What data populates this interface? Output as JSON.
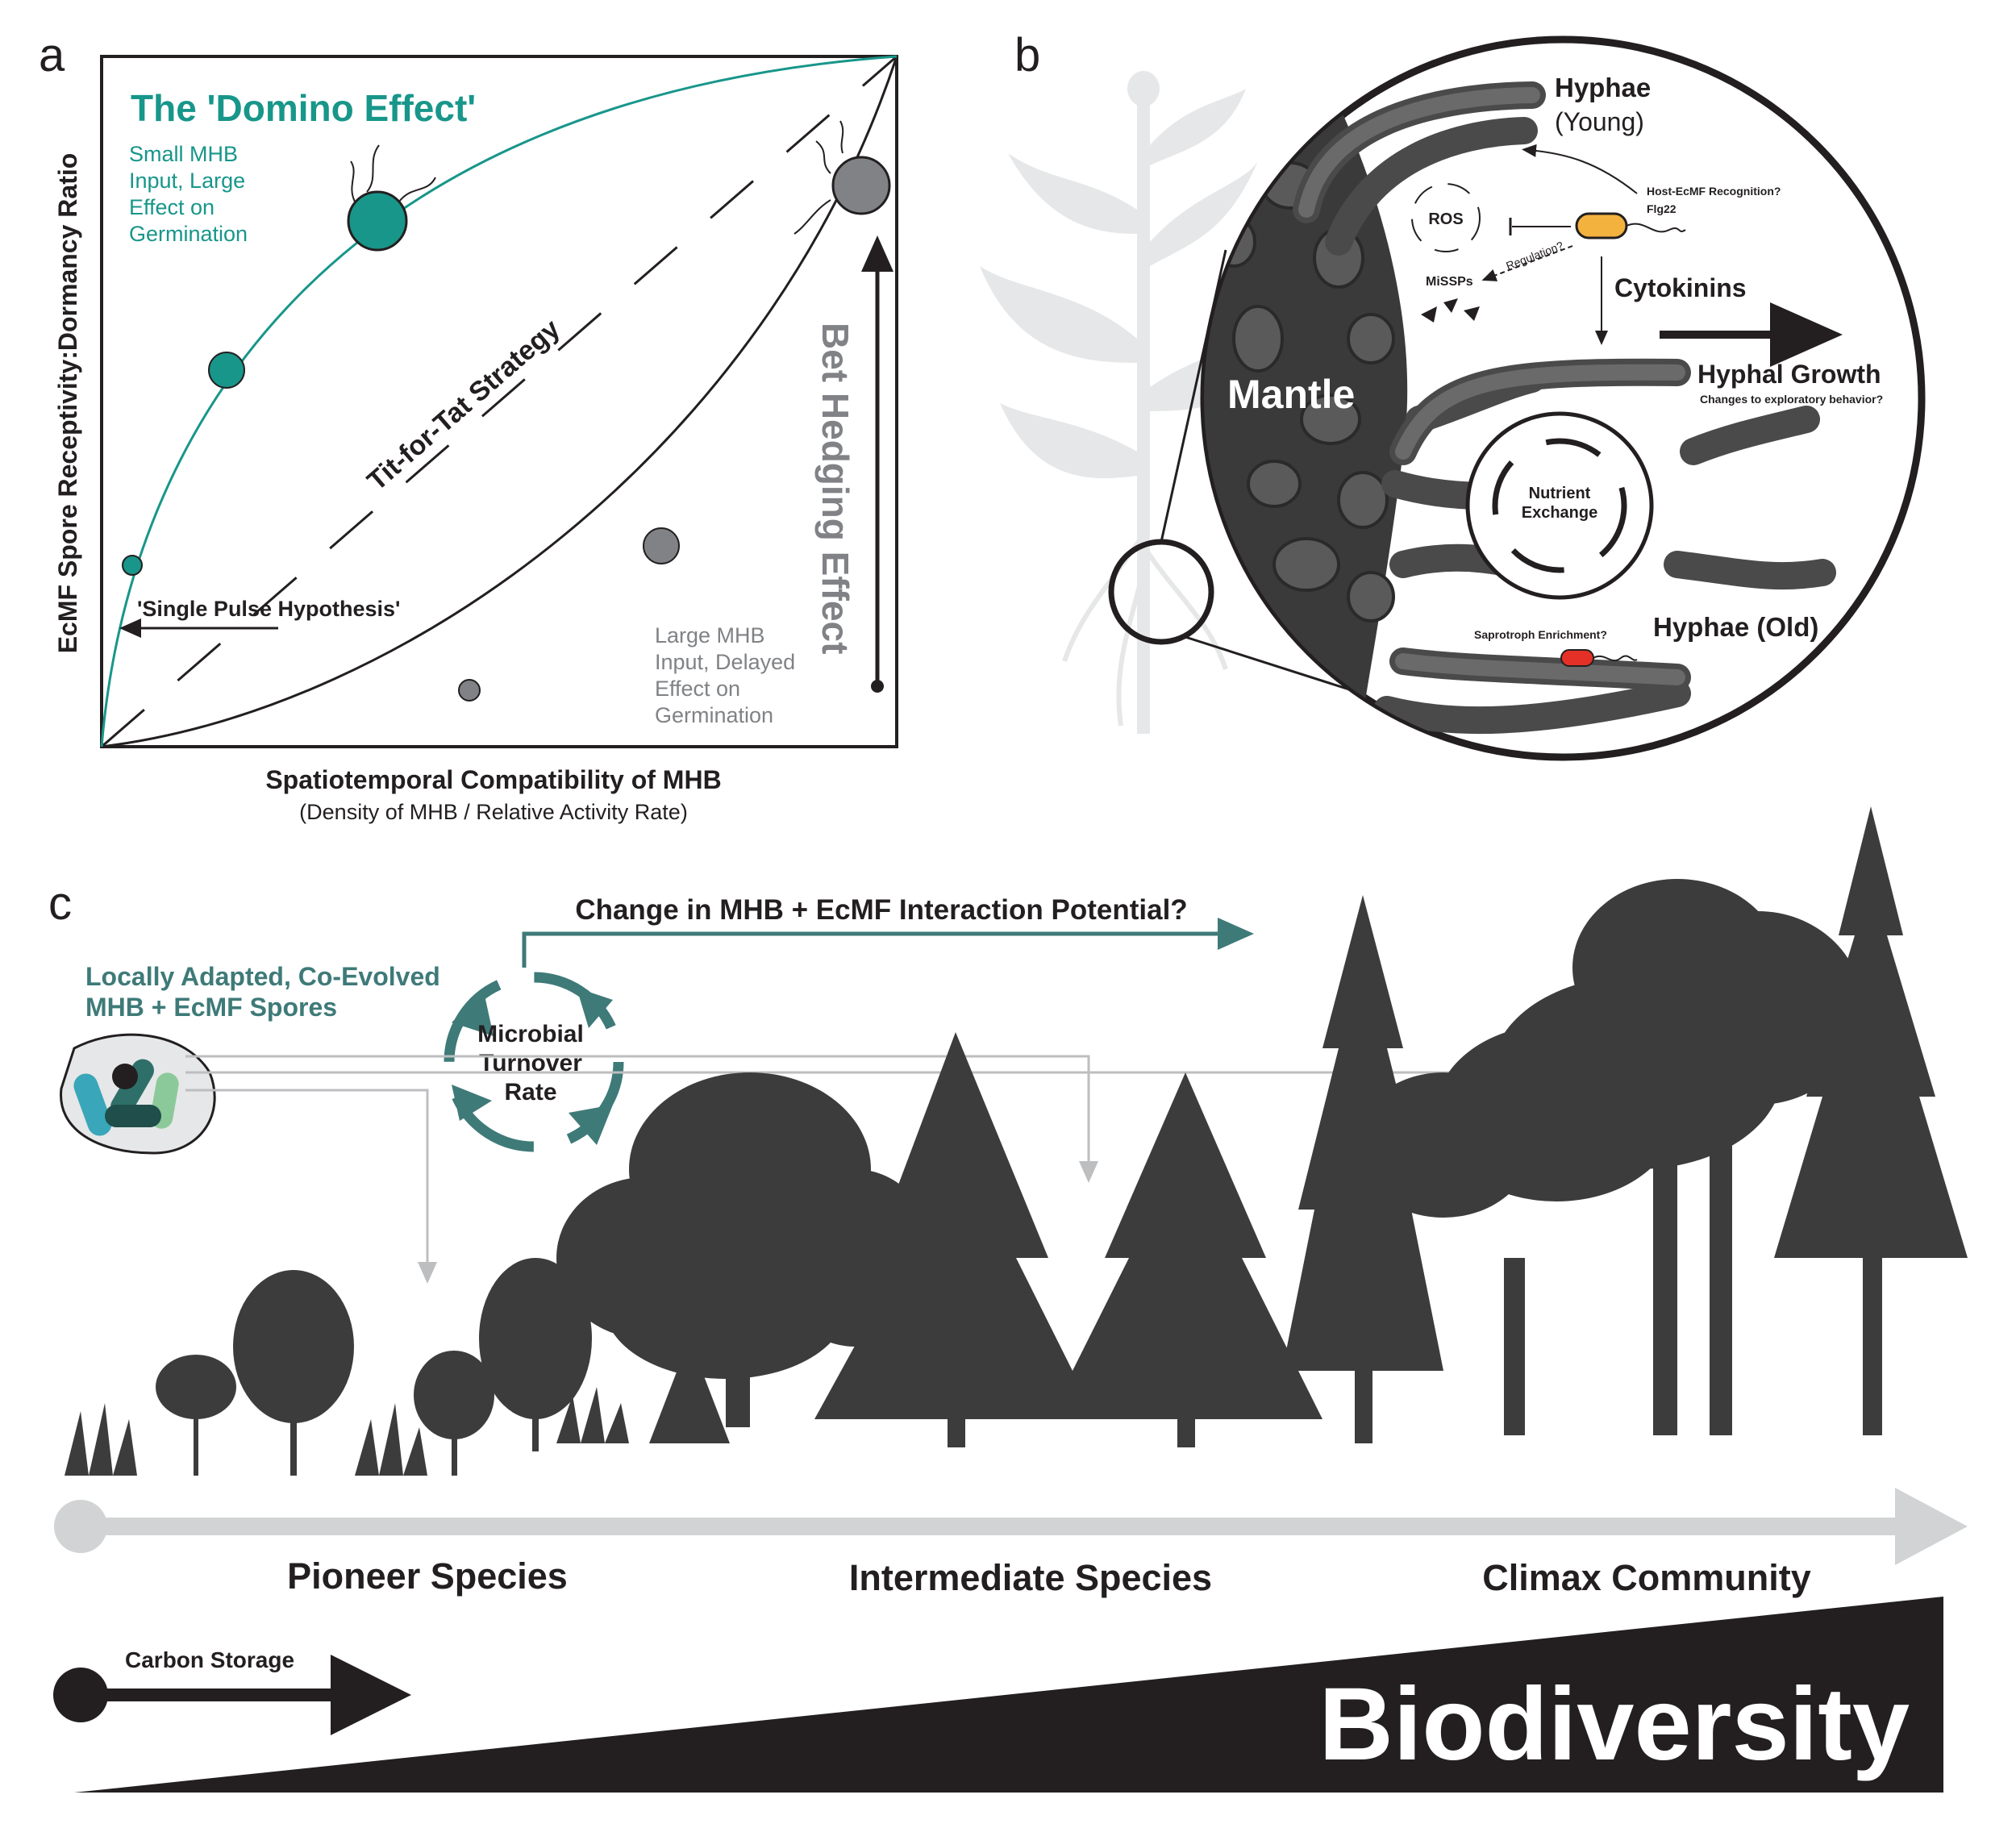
{
  "panels": {
    "a": {
      "letter": "a",
      "title": "The 'Domino Effect'",
      "teal_note": [
        "Small MHB",
        "Input, Large",
        "Effect on",
        "Germination"
      ],
      "diagonal_label": "Tit-for-Tat Strategy",
      "single_pulse": "'Single Pulse Hypothesis'",
      "gray_note": [
        "Large MHB",
        "Input, Delayed",
        "Effect on",
        "Germination"
      ],
      "bet_hedging": "Bet Hedging Effect",
      "xlabel": "Spatiotemporal Compatibility of MHB",
      "xlabel_sub": "(Density of MHB / Relative Activity Rate)",
      "ylabel": "EcMF Spore Receptivity:Dormancy Ratio",
      "colors": {
        "teal": "#18968a",
        "gray": "#808285",
        "dark": "#231f20"
      }
    },
    "b": {
      "letter": "b",
      "hyphae_young": "Hyphae",
      "hyphae_young_sub": "(Young)",
      "recognition": "Host-EcMF Recognition?",
      "flg22": "Flg22",
      "ros": "ROS",
      "regulation": "Regulation?",
      "missps": "MiSSPs",
      "cytokinins": "Cytokinins",
      "mantle": "Mantle",
      "hyphal_growth": "Hyphal Growth",
      "exploratory": "Changes to exploratory behavior?",
      "nutrient": [
        "Nutrient",
        "Exchange"
      ],
      "hyphae_old": "Hyphae (Old)",
      "saprotroph": "Saprotroph Enrichment?"
    },
    "c": {
      "letter": "c",
      "top_arrow_label": "Change in MHB + EcMF Interaction Potential?",
      "locally_adapted": [
        "Locally Adapted, Co-Evolved",
        "MHB + EcMF Spores"
      ],
      "turnover": [
        "Microbial",
        "Turnover",
        "Rate"
      ],
      "stages": [
        "Pioneer Species",
        "Intermediate Species",
        "Climax Community"
      ],
      "carbon": "Carbon Storage",
      "biodiversity": "Biodiversity",
      "colors": {
        "teal": "#3e7a78",
        "tree": "#3c3c3c",
        "lightgray": "#d1d3d4"
      }
    }
  }
}
